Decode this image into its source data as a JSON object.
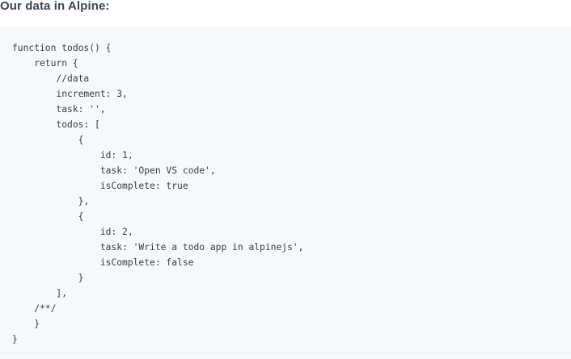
{
  "heading": {
    "text": "Our data in Alpine:",
    "color": "#3c4656"
  },
  "code_block": {
    "language": "javascript",
    "background": "#f7f8fa",
    "text_color": "#363b42",
    "text": "function todos() {\n    return {\n        //data\n        increment: 3,\n        task: '',\n        todos: [\n            {\n                id: 1,\n                task: 'Open VS code',\n                isComplete: true\n            },\n            {\n                id: 2,\n                task: 'Write a todo app in alpinejs',\n                isComplete: false\n            }\n        ],\n    /**/\n    }\n}"
  }
}
